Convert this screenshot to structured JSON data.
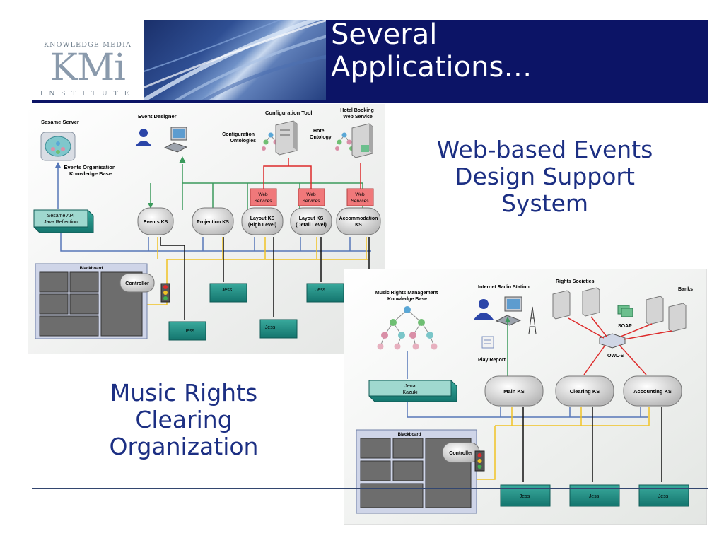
{
  "header": {
    "logo": {
      "line1": "KNOWLEDGE MEDIA",
      "mark": "KMi",
      "line2": "INSTITUTE"
    },
    "title_line1": "Several",
    "title_line2": "Applications…"
  },
  "captions": {
    "events": [
      "Web-based Events",
      "Design Support",
      "System"
    ],
    "music": [
      "Music Rights",
      "Clearing",
      "Organization"
    ]
  },
  "events_diagram": {
    "sesame_server": "Sesame Server",
    "knowledge_base": [
      "Events Organisation",
      "Knowledge Base"
    ],
    "event_designer": "Event Designer",
    "configuration_tool": "Configuration Tool",
    "configuration_ontologies": [
      "Configuration",
      "Ontologies"
    ],
    "hotel_ontology": [
      "Hotel",
      "Ontology"
    ],
    "hotel_booking": [
      "Hotel Booking",
      "Web Service"
    ],
    "sesame_api": [
      "Sesame API",
      "Java Reflection"
    ],
    "web_services_label": [
      "Web",
      "Services"
    ],
    "ks_nodes": [
      {
        "label": [
          "Events KS"
        ]
      },
      {
        "label": [
          "Projection KS"
        ]
      },
      {
        "label": [
          "Layout KS",
          "(High Level)"
        ]
      },
      {
        "label": [
          "Layout KS",
          "(Detail Level)"
        ]
      },
      {
        "label": [
          "Accommodation",
          "KS"
        ]
      }
    ],
    "blackboard": "Blackboard",
    "controller": "Controller",
    "jess": "Jess"
  },
  "music_diagram": {
    "knowledge_base": [
      "Music Rights Management",
      "Knowledge Base"
    ],
    "radio_station": "Internet Radio Station",
    "rights_societies": "Rights Societies",
    "banks": "Banks",
    "soap": "SOAP",
    "owls": "OWL-S",
    "play_report": "Play Report",
    "jena": [
      "Jena",
      "Kazuki"
    ],
    "ks_nodes": [
      {
        "label": [
          "Main KS"
        ]
      },
      {
        "label": [
          "Clearing KS"
        ]
      },
      {
        "label": [
          "Accounting KS"
        ]
      }
    ],
    "blackboard": "Blackboard",
    "controller": "Controller",
    "jess": "Jess"
  },
  "colors": {
    "navy": "#0c1466",
    "caption": "#1c2f83",
    "teal": "#1f8c83",
    "web_service_red": "#f0787a",
    "arrow_green": "#3b9a5c",
    "arrow_red": "#dd2a2a",
    "arrow_blue": "#5677b8",
    "arrow_yellow": "#f0c224"
  }
}
